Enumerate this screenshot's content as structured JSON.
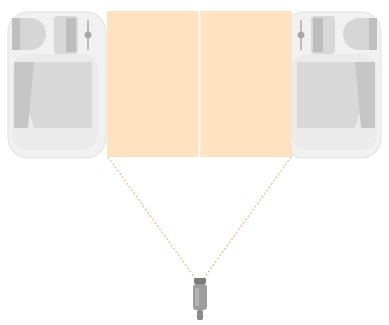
{
  "scene": {
    "colors": {
      "projection_fill": "#fde3bf",
      "projection_divider": "#ffffff",
      "beam": "#f4a46a",
      "device_shell": "#f1f1f1",
      "device_shell_edge": "#e2e2e2",
      "device_face": "#d8d8d8",
      "device_slot": "#bdbdbd",
      "device_dark": "#a7a7a7",
      "camera_body": "#9e9e9e",
      "camera_tip": "#7a7a7a"
    },
    "elements": {
      "left_device": "device-left",
      "right_device": "device-right",
      "projection": "projection-area",
      "camera": "camera-device"
    }
  }
}
